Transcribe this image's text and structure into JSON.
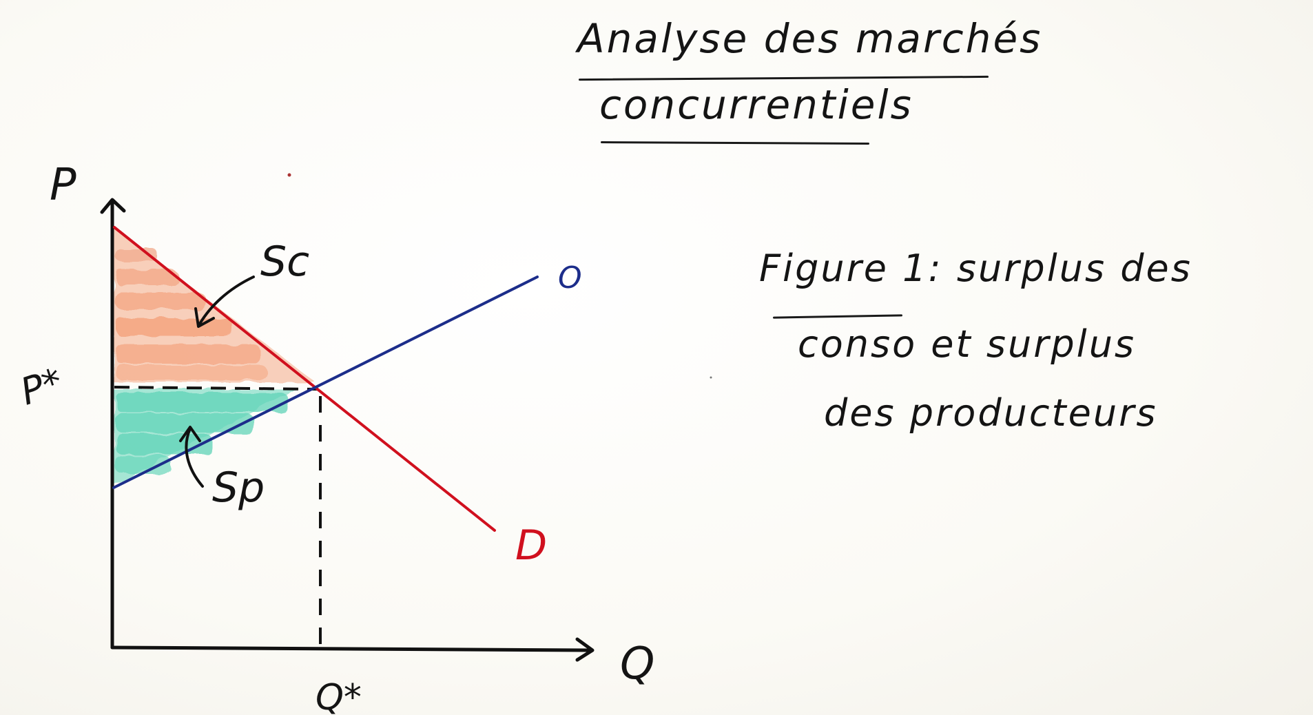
{
  "title": {
    "line1": "Analyse des marchés",
    "line2": "concurrentiels"
  },
  "caption": {
    "figure_label": "Figure 1",
    "line1_rest": ": surplus des",
    "line2": "conso et surplus",
    "line3": "des producteurs"
  },
  "diagram": {
    "y_axis_label": "P",
    "x_axis_label": "Q",
    "equilibrium_price_label": "P*",
    "equilibrium_quantity_label": "Q*",
    "supply_label": "O",
    "demand_label": "D",
    "consumer_surplus_label": "Sc",
    "producer_surplus_label": "Sp"
  },
  "colors": {
    "demand": "#d0101e",
    "supply": "#1c2d8a",
    "axis": "#111111",
    "consumer_surplus": "#f29a73",
    "producer_surplus": "#4fcfb0",
    "ink": "#141414"
  }
}
